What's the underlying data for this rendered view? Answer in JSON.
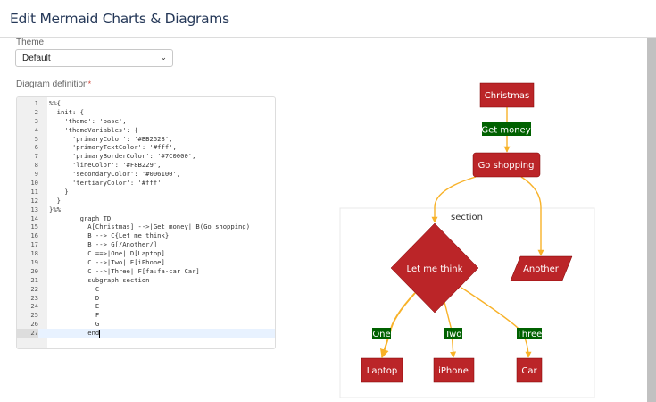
{
  "header": {
    "title": "Edit Mermaid Charts & Diagrams"
  },
  "theme": {
    "label": "Theme",
    "selected": "Default"
  },
  "definition": {
    "label": "Diagram definition",
    "required_marker": "*",
    "lines": [
      "%%{",
      "  init: {",
      "    'theme': 'base',",
      "    'themeVariables': {",
      "      'primaryColor': '#BB2528',",
      "      'primaryTextColor': '#fff',",
      "      'primaryBorderColor': '#7C0000',",
      "      'lineColor': '#F8B229',",
      "      'secondaryColor': '#006100',",
      "      'tertiaryColor': '#fff'",
      "    }",
      "  }",
      "}%%",
      "        graph TD",
      "          A[Christmas] -->|Get money| B(Go shopping)",
      "          B --> C{Let me think}",
      "          B --> G[/Another/]",
      "          C ==>|One| D[Laptop]",
      "          C -->|Two| E[iPhone]",
      "          C -->|Three| F[fa:fa-car Car]",
      "          subgraph section",
      "            C",
      "            D",
      "            E",
      "            F",
      "            G",
      "          end"
    ]
  },
  "diagram": {
    "colors": {
      "primary": "#BB2528",
      "text": "#fff",
      "border": "#7C0000",
      "line": "#F8B229",
      "secondary": "#006100"
    },
    "nodes": {
      "christmas": "Christmas",
      "shopping": "Go shopping",
      "think": "Let me think",
      "another": "Another",
      "laptop": "Laptop",
      "iphone": "iPhone",
      "car": "Car"
    },
    "edges": {
      "money": "Get money",
      "one": "One",
      "two": "Two",
      "three": "Three"
    },
    "subgraph": "section"
  }
}
